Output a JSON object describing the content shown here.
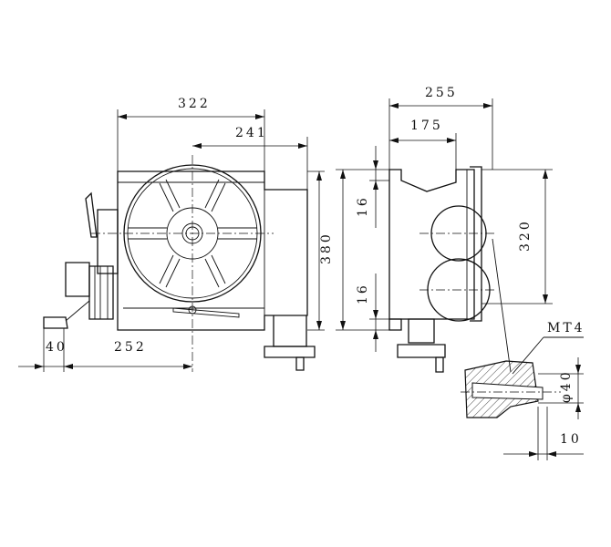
{
  "dimensions": {
    "width_322": "322",
    "width_241": "241",
    "height_380": "380",
    "offset_40": "40",
    "offset_252": "252",
    "side_255": "255",
    "side_175": "175",
    "slot_16_top": "16",
    "slot_16_bottom": "16",
    "height_320": "320",
    "taper_label": "MT4",
    "bore_phi40": "φ40",
    "depth_10": "10"
  }
}
